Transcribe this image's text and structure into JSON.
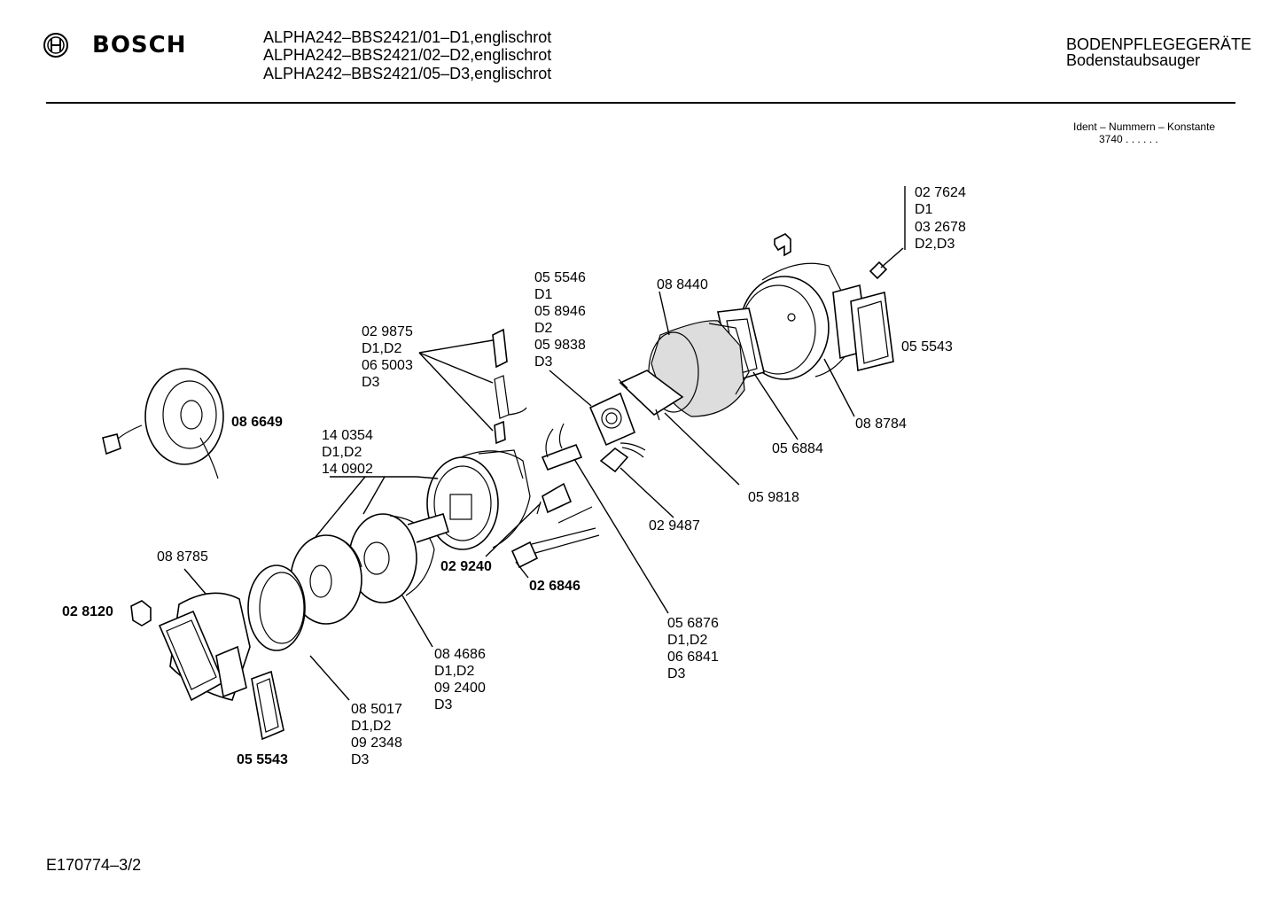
{
  "header": {
    "brand": "BOSCH",
    "models": [
      "ALPHA242–BBS2421/01–D1,englischrot",
      "ALPHA242–BBS2421/02–D2,englischrot",
      "ALPHA242–BBS2421/05–D3,englischrot"
    ],
    "category": "BODENPFLEGEGERÄTE",
    "subcategory": "Bodenstaubsauger"
  },
  "ident": {
    "title": "Ident – Nummern – Konstante",
    "code": "3740  . .   . . . ."
  },
  "labels": {
    "p027624": [
      "02 7624",
      "D1",
      "03 2678",
      "D2,D3"
    ],
    "p055546": [
      "05 5546",
      "D1",
      "05 8946",
      "D2",
      "05 9838",
      "D3"
    ],
    "p088440": "08 8440",
    "p055543_right": "05 5543",
    "p029875": [
      "02 9875",
      "D1,D2",
      "06 5003",
      "D3"
    ],
    "p086649": "08 6649",
    "p140354": [
      "14 0354",
      "D1,D2",
      "14 0902"
    ],
    "p088784": "08 8784",
    "p056884": "05 6884",
    "p059818": "05 9818",
    "p029487": "02 9487",
    "p029240": "02 9240",
    "p026846": "02 6846",
    "p088785": "08 8785",
    "p028120": "02 8120",
    "p084686": [
      "08 4686",
      "D1,D2",
      "09 2400",
      "D3"
    ],
    "p056876": [
      "05 6876",
      "D1,D2",
      "06 6841",
      "D3"
    ],
    "p085017": [
      "08 5017",
      "D1,D2",
      "09 2348",
      "D3"
    ],
    "p055543_left": "05 5543"
  },
  "footer": "E170774–3/2"
}
